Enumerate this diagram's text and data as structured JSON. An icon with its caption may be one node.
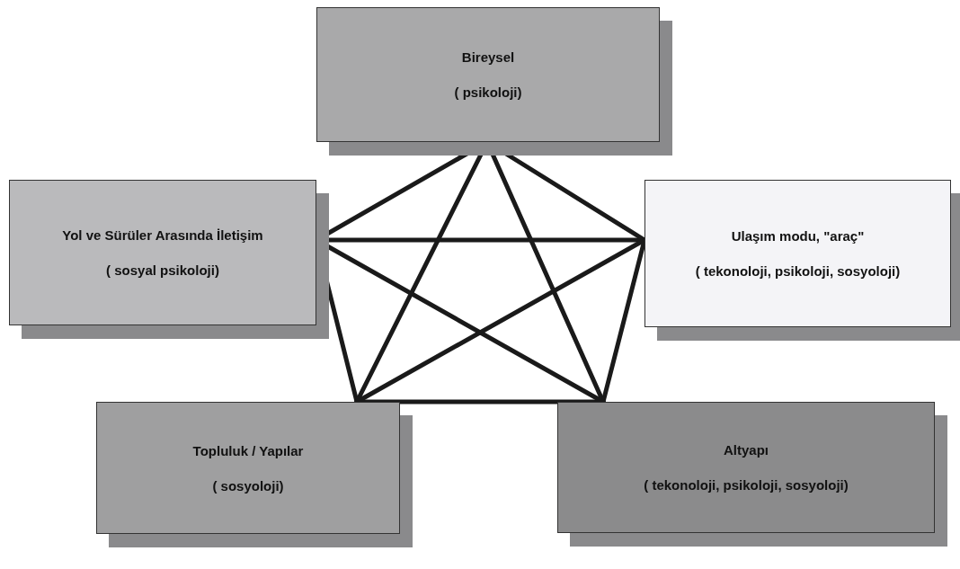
{
  "diagram": {
    "nodes": [
      {
        "text": [
          "Bireysel",
          "( psikoloji)"
        ]
      },
      {
        "text": [
          "Yol ve Sürüler Arasında İletişim",
          "( sosyal psikoloji)"
        ]
      },
      {
        "text": [
          "Ulaşım modu, \"araç\"",
          "( tekonoloji, psikoloji, sosyoloji)"
        ]
      },
      {
        "text": [
          "Topluluk / Yapılar",
          "( sosyoloji)"
        ]
      },
      {
        "text": [
          "Altyapı",
          "( tekonoloji, psikoloji, sosyoloji)"
        ]
      }
    ],
    "edges": [
      {
        "from": 0,
        "to": 1,
        "arrow": "none"
      },
      {
        "from": 0,
        "to": 2,
        "arrow": "none"
      },
      {
        "from": 0,
        "to": 3,
        "arrow": "none"
      },
      {
        "from": 0,
        "to": 4,
        "arrow": "none"
      },
      {
        "from": 1,
        "to": 2,
        "arrow": "none"
      },
      {
        "from": 1,
        "to": 3,
        "arrow": "none"
      },
      {
        "from": 1,
        "to": 4,
        "arrow": "none"
      },
      {
        "from": 2,
        "to": 3,
        "arrow": "none"
      },
      {
        "from": 2,
        "to": 4,
        "arrow": "none"
      },
      {
        "from": 3,
        "to": 4,
        "arrow": "none"
      }
    ]
  }
}
